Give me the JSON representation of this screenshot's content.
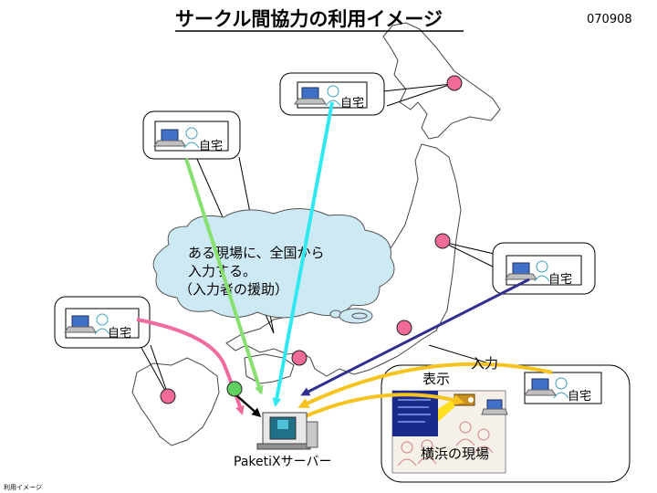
{
  "slide": {
    "title": "サークル間協力の利用イメージ",
    "doc_number": "070908",
    "footer": "利用イメージ"
  },
  "labels": {
    "home": "自宅",
    "cloud_line1": "ある現場に、全国から",
    "cloud_line2": "入力する。",
    "cloud_line3": "（入力者の援助）",
    "server": "PaketiXサーバー",
    "input": "入力",
    "display": "表示",
    "site": "横浜の現場"
  },
  "colors": {
    "green_arrow": "#88e070",
    "cyan_arrow": "#30e8f0",
    "navy_arrow": "#303090",
    "pink_arrow": "#f06aa0",
    "yellow_arrow": "#f7c31e",
    "pin_pink": "#f06a9a",
    "pin_green": "#60d060",
    "cloud": "#cde9f3"
  }
}
